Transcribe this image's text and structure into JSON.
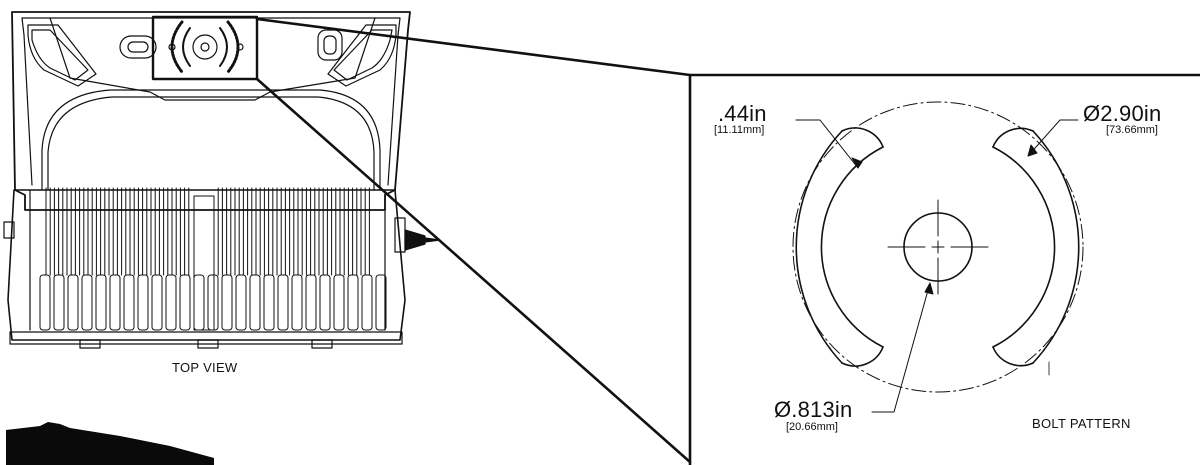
{
  "top_view": {
    "caption": "TOP VIEW"
  },
  "bolt_pattern": {
    "caption": "BOLT PATTERN",
    "slot_width": {
      "primary": ".44in",
      "secondary": "[11.11mm]"
    },
    "bolt_circle_diameter": {
      "primary": "Ø2.90in",
      "secondary": "[73.66mm]"
    },
    "center_hole_diameter": {
      "primary": "Ø.813in",
      "secondary": "[20.66mm]"
    }
  },
  "colors": {
    "line": "#111111",
    "background": "#ffffff",
    "fill_dark": "#0a0a0a"
  }
}
